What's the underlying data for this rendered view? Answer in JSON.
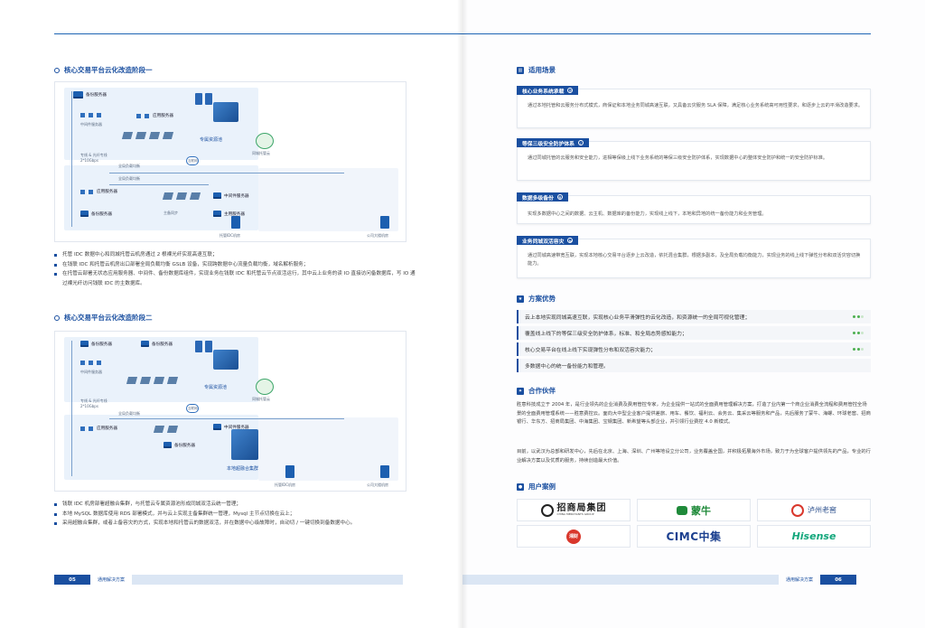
{
  "left": {
    "section1_title": "核心交易平台云化改造阶段一",
    "section2_title": "核心交易平台云化改造阶段二",
    "diagram1": {
      "nodes": [
        "备份服务器",
        "中间件服务器",
        "应用服务器",
        "应用服务器",
        "备份服务器",
        "应用服务器",
        "主用服务器",
        "中间件服务器",
        "主用服务器",
        "专属资源池",
        "同城托管云",
        "托管IDC机房",
        "公司大楼机房"
      ],
      "links": [
        "专线 & 光纤专线",
        "2*10Gbps",
        "互联网",
        "全局负载均衡",
        "全局负载均衡",
        "云数据网关",
        "主备同步"
      ]
    },
    "diagram2": {
      "nodes": [
        "备份服务器",
        "备份服务器",
        "中间件服务器",
        "专属资源池",
        "同城托管云",
        "应用服务器",
        "中间件服务器",
        "备份服务器",
        "本地超融合集群",
        "托管IDC机房",
        "公司大楼机房"
      ],
      "links": [
        "专线 & 光纤专线",
        "2*10Gbps",
        "全局负载均衡",
        "云数据网关",
        "互联网"
      ]
    },
    "bullets1": [
      "托管 IDC 数据中心和同城托管云机房通过 2 根裸光纤实现高速互联；",
      "在钱联 IDC 和托管云机房出口部署全局负载均衡 GSLB 设备，实现跨数据中心流量负载均衡，域名解析服务；",
      "在托管云部署无状态应用服务器、中间件、备份数据库组件，实现业务在钱联 IDC 和托管云节点双活运行，其中云上业务的读 IO 直接访问备数据库，写 IO 通过裸光纤访问钱联 IDC 的主数据库。"
    ],
    "bullets2": [
      "钱联 IDC 机房部署超融合集群，与托管云专属资源池形成同城双活云统一管理；",
      "本地 MySQL 数据库使用 RDS 部署模式，并与云上实现主备集群统一管理，Mysql 主节点切换在云上；",
      "采用超融合集群，或者上备容灾的方式，实现本地和托管云的数据双活，并在数据中心级故障时，自动切 / 一键切换到备数据中心。"
    ],
    "page_number": "05",
    "footer_title": "通用解决方案"
  },
  "right": {
    "scenarios_title": "适用场景",
    "scenarios": [
      {
        "label": "核心业务系统承载",
        "text": "通过本地托管和云服务分布式模式，商保证和本地业务同城高速互联，又具备云灾服务 SLA 保障，满足核心业务系统高可用性要求，和逐步上云的平滑改造要求。"
      },
      {
        "label": "等保三级安全防护体系",
        "text": "通过同城托管的云服务和安全能力，进相等保级上线下业务系统的等保三级安全防护体系，实现数据中心的整体安全防护和统一的安全防护标准。"
      },
      {
        "label": "数据多级备份",
        "text": "实现多数据中心之间的数据、云主机、数据库的备份能力，实现线上线下，本地和异地的统一备份能力和业务管理。"
      },
      {
        "label": "业务同城双活容灾",
        "text": "通过同城高速带宽互联，实现本地核心交易平台逐步上云改造，依托混合集群，根据多副本，及全局负载均衡能力，实现业务的线上线下弹性分布和双活灾容切换能力。"
      }
    ],
    "advantages_title": "方案优势",
    "advantages": [
      "云上本地实现同城高速互联，实现核心业务平滑弹性的云化改造，和资源统一的全局可视化管理；",
      "覆盖线上线下的等保三级安全防护体系，标准、和全局态势感知能力；",
      "核心交易平台在线上线下实现弹性分布和双活容灾能力；",
      "多数据中心的统一备份能力和管理。"
    ],
    "partners_title": "合作伙伴",
    "partners_paragraphs": [
      "胜意科技成立于 2004 年，是行业领先的企业消费及费用管控专家，为企业提供一站式的全面费用管理解决方案，打造了业内第一个商企业消费全流程和费用管控全场景的全面费用管理系统——胜意费控云。面向大中型企业客户提供差旅、用车、餐饮、福利云、会务云、集采云等服务和产品，先后服务了蒙牛、海螺、环球老窖、招商银行、华东方、招商局集团、中海集团、宝钢集团、新希望等头部企业，并引领行业费控 4.0 新模式。",
      "目前，以武汉为总部和研发中心，先后在北京、上海、深圳、广州等地设立分公司，业务覆盖全国，并积极拓展海外市场，致力于为全球客户提供领先的产品，专业的行业解决方案以及优质的服务，持续创造最大价值。"
    ],
    "cases_title": "用户案例",
    "logos": [
      "招商局集团",
      "CHINA MERCHANTS GROUP",
      "蒙牛",
      "泸州老窖",
      "湘财",
      "CIMC中集",
      "Hisense"
    ],
    "page_number": "06",
    "footer_title": "通用解决方案"
  },
  "colors": {
    "primary": "#1a4fa0",
    "accent_green": "#4caf50",
    "zone": "#eaf2fb"
  }
}
